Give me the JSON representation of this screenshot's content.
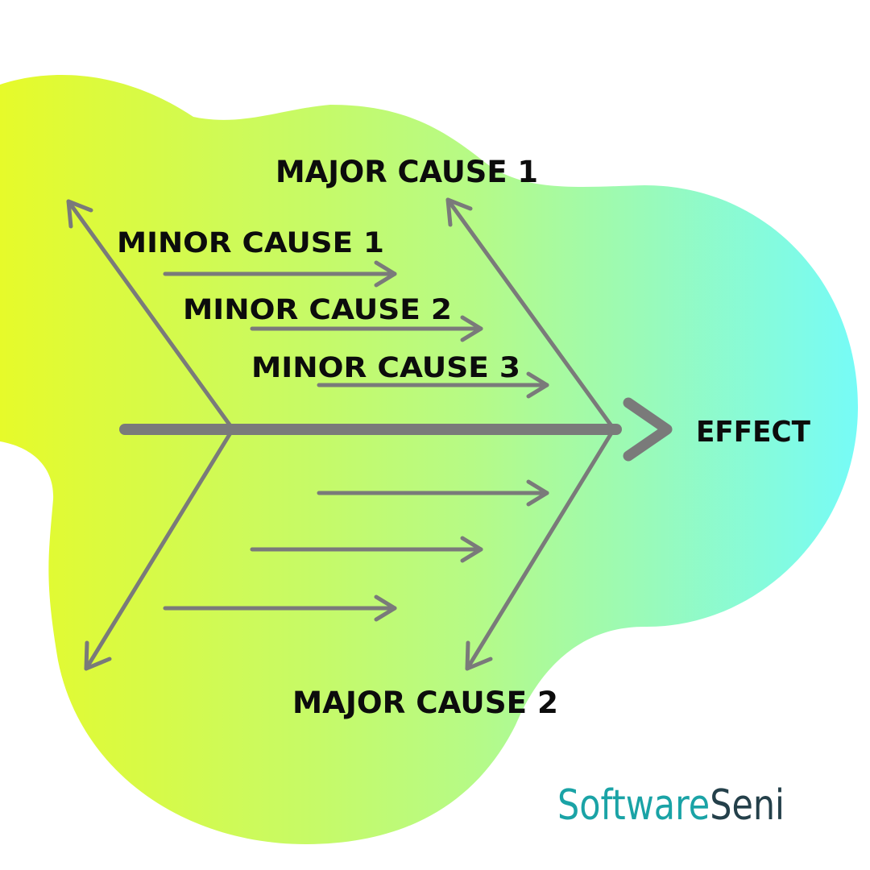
{
  "diagram": {
    "effect_label": "EFFECT",
    "major_cause_1": "MAJOR CAUSE 1",
    "major_cause_2": "MAJOR CAUSE 2",
    "minor_causes": [
      "MINOR CAUSE 1",
      "MINOR CAUSE 2",
      "MINOR CAUSE 3"
    ]
  },
  "logo": {
    "part1": "Software",
    "part2": "Seni"
  },
  "colors": {
    "blob_left": "#e6fa2a",
    "blob_right": "#76fbf7",
    "arrow": "#7a7a7a",
    "text": "#0c0c0c",
    "logo_teal": "#1aa3a6",
    "logo_dark": "#24404a"
  }
}
